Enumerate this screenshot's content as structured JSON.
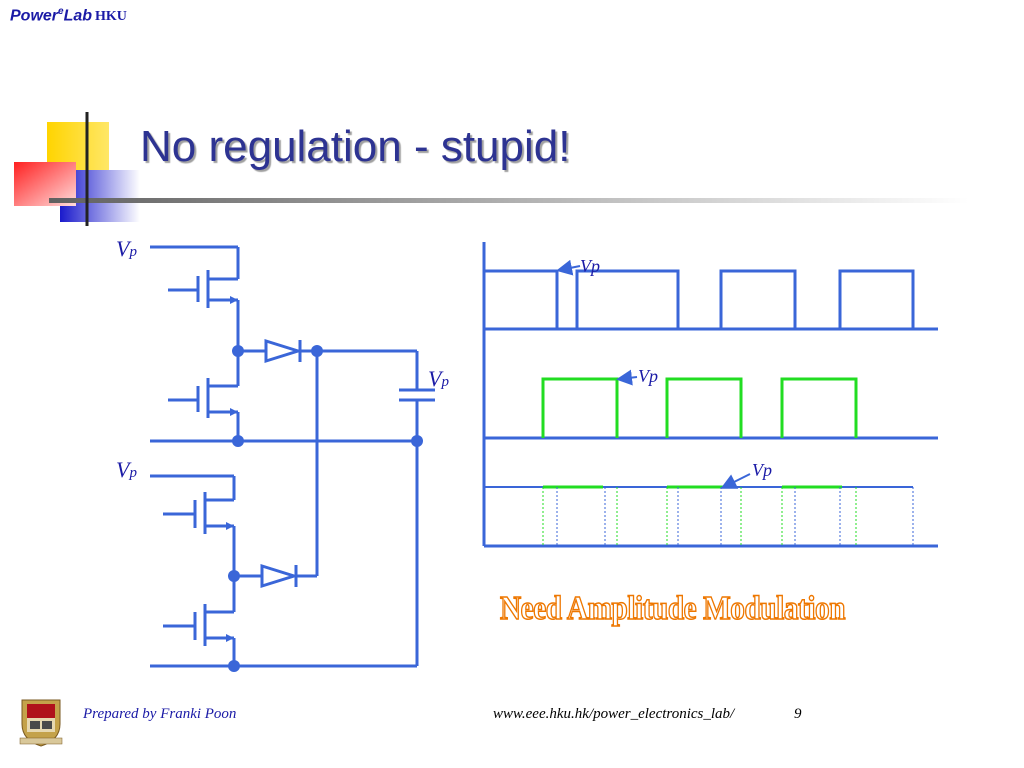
{
  "header": {
    "brand_main": "Power",
    "brand_sup": "e",
    "brand_lab": "Lab",
    "brand_hku": "HKU"
  },
  "slide": {
    "title": "No regulation - stupid!",
    "banner": "Need Amplitude Modulation"
  },
  "circuit": {
    "label_top_v": "V",
    "label_top_p": "p",
    "label_mid_v": "V",
    "label_mid_p": "p",
    "label_cap_v": "V",
    "label_cap_p": "p"
  },
  "waveforms": {
    "label_1": "Vp",
    "label_2": "Vp",
    "label_3": "Vp"
  },
  "footer": {
    "author": "Prepared by Franki Poon",
    "url": "www.eee.hku.hk/power_electronics_lab/",
    "page": "9"
  },
  "colors": {
    "circuit": "#3a66d8",
    "green_wave": "#22dd22",
    "title": "#2d3392",
    "banner": "#ee7700"
  }
}
